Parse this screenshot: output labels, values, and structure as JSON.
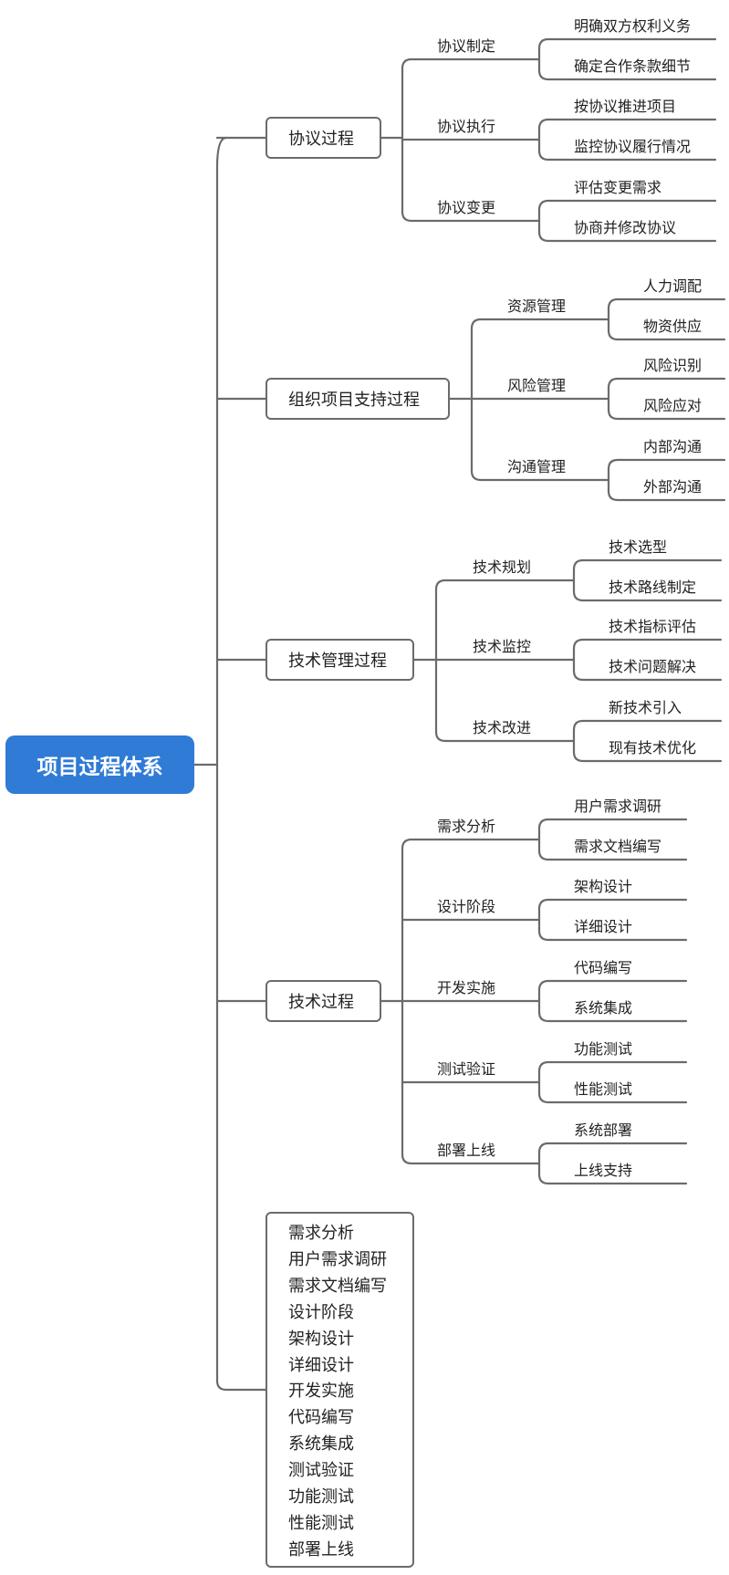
{
  "root": "项目过程体系",
  "branches": [
    {
      "label": "协议过程",
      "groups": [
        {
          "label": "协议制定",
          "items": [
            "明确双方权利义务",
            "确定合作条款细节"
          ]
        },
        {
          "label": "协议执行",
          "items": [
            "按协议推进项目",
            "监控协议履行情况"
          ]
        },
        {
          "label": "协议变更",
          "items": [
            "评估变更需求",
            "协商并修改协议"
          ]
        }
      ]
    },
    {
      "label": "组织项目支持过程",
      "groups": [
        {
          "label": "资源管理",
          "items": [
            "人力调配",
            "物资供应"
          ]
        },
        {
          "label": "风险管理",
          "items": [
            "风险识别",
            "风险应对"
          ]
        },
        {
          "label": "沟通管理",
          "items": [
            "内部沟通",
            "外部沟通"
          ]
        }
      ]
    },
    {
      "label": "技术管理过程",
      "groups": [
        {
          "label": "技术规划",
          "items": [
            "技术选型",
            "技术路线制定"
          ]
        },
        {
          "label": "技术监控",
          "items": [
            "技术指标评估",
            "技术问题解决"
          ]
        },
        {
          "label": "技术改进",
          "items": [
            "新技术引入",
            "现有技术优化"
          ]
        }
      ]
    },
    {
      "label": "技术过程",
      "groups": [
        {
          "label": "需求分析",
          "items": [
            "用户需求调研",
            "需求文档编写"
          ]
        },
        {
          "label": "设计阶段",
          "items": [
            "架构设计",
            "详细设计"
          ]
        },
        {
          "label": "开发实施",
          "items": [
            "代码编写",
            "系统集成"
          ]
        },
        {
          "label": "测试验证",
          "items": [
            "功能测试",
            "性能测试"
          ]
        },
        {
          "label": "部署上线",
          "items": [
            "系统部署",
            "上线支持"
          ]
        }
      ]
    }
  ],
  "summary": [
    "需求分析",
    "用户需求调研",
    "需求文档编写",
    "设计阶段",
    "架构设计",
    "详细设计",
    "开发实施",
    "代码编写",
    "系统集成",
    "测试验证",
    "功能测试",
    "性能测试",
    "部署上线"
  ],
  "colors": {
    "root": "#2f7bd6",
    "line": "#6b6b6b"
  }
}
